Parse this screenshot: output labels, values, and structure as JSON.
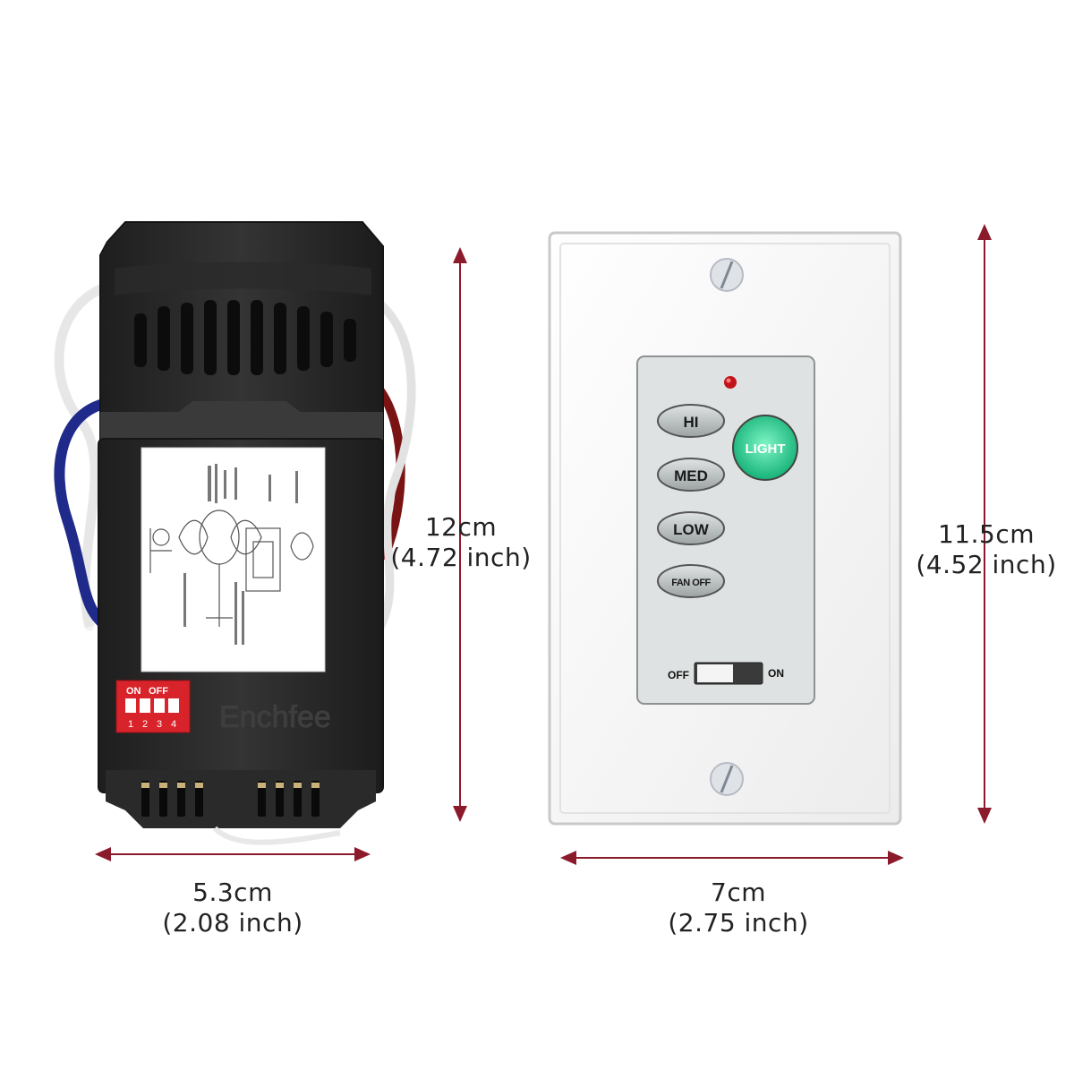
{
  "receiver": {
    "brand_text": "Enchfee",
    "dip_switch": {
      "on_label": "ON",
      "off_label": "OFF",
      "numbers": [
        "1",
        "2",
        "3",
        "4"
      ]
    }
  },
  "wall_switch": {
    "buttons": {
      "hi": "HI",
      "med": "MED",
      "low": "LOW",
      "fan_off": "FAN OFF",
      "light": "LIGHT"
    },
    "slider": {
      "off_label": "OFF",
      "on_label": "ON"
    }
  },
  "dimensions": {
    "receiver_height": {
      "metric": "12cm",
      "imperial": "(4.72 inch)"
    },
    "receiver_width": {
      "metric": "5.3cm",
      "imperial": "(2.08 inch)"
    },
    "switch_height": {
      "metric": "11.5cm",
      "imperial": "(4.52 inch)"
    },
    "switch_width": {
      "metric": "7cm",
      "imperial": "(2.75 inch)"
    }
  },
  "colors": {
    "dimension_line": "#8b1a2a",
    "receiver_body": "#2e2e2e",
    "light_button": "#3bd99a",
    "dip_switch": "#d8232a"
  }
}
